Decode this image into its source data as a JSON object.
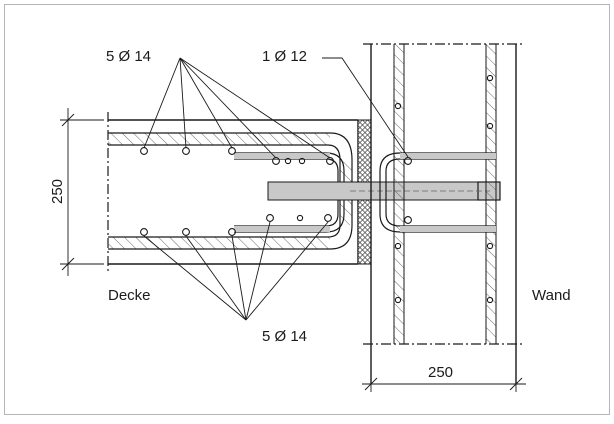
{
  "labels": {
    "top_bars": "5 Ø 14",
    "bottom_bars": "5 Ø 14",
    "connector_bar": "1 Ø 12",
    "slab": "Decke",
    "wall": "Wand"
  },
  "dimensions": {
    "slab_thickness": "250",
    "wall_thickness": "250"
  },
  "colors": {
    "line": "#1a1a1a",
    "hatch": "#6b6b6b",
    "bar_fill": "#c8c8c8",
    "frame": "#b5b5b5"
  }
}
